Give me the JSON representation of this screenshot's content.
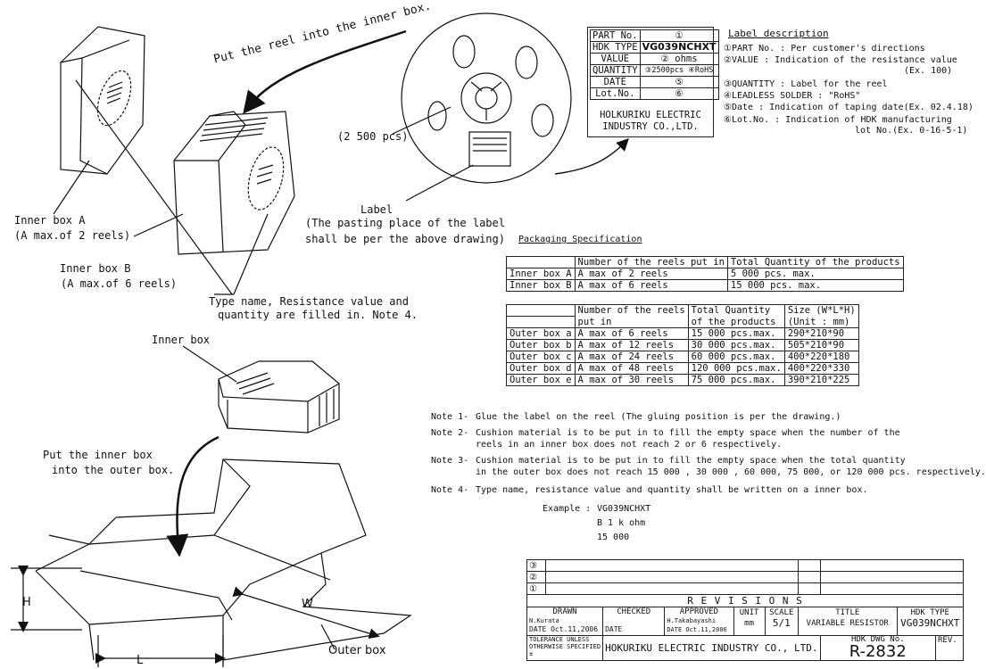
{
  "labels": {
    "put_reel": "Put the reel into the inner box.",
    "pcs": "(2 500 pcs)",
    "label_title": "Label",
    "label_line1": "(The pasting place of the label",
    "label_line2": "shall be per the above drawing)",
    "inner_a_1": "Inner box A",
    "inner_a_2": "(A max.of 2 reels)",
    "inner_b_1": "Inner box B",
    "inner_b_2": "(A max.of 6 reels)",
    "type_name_1": "Type name, Resistance value and",
    "type_name_2": "quantity are filled in.   Note 4.",
    "inner_box": "Inner box",
    "put_inner_1": "Put the inner box",
    "put_inner_2": "into the outer box.",
    "outer_box": "Outer box",
    "dim_h": "H",
    "dim_w": "W",
    "dim_l": "L"
  },
  "reel_label": {
    "rows": [
      [
        "PART No.",
        "①"
      ],
      [
        "HDK TYPE",
        "VG039NCHXT"
      ],
      [
        "VALUE",
        "②        ohms"
      ],
      [
        "QUANTITY",
        "③2500pcs ④RoHS"
      ],
      [
        "DATE",
        "⑤"
      ],
      [
        "Lot.No.",
        "⑥"
      ]
    ],
    "company_1": "HOLKURIKU ELECTRIC",
    "company_2": "INDUSTRY CO.,LTD."
  },
  "label_description": {
    "title": "Label description",
    "line1": "①PART No.  : Per customer's directions",
    "line2": "②VALUE : Indication of the resistance value",
    "line2b": "(Ex. 100)",
    "line3": "③QUANTITY : Label for the reel",
    "line4": "④LEADLESS  SOLDER  :  \"RoHS\"",
    "line5": "⑤Date : Indication of taping date(Ex. 02.4.18)",
    "line6": "⑥Lot.No. : Indication of HDK manufacturing",
    "line6b": "lot No.(Ex. 0-16-5-1)"
  },
  "packaging": {
    "title": "Packaging Specification",
    "inner_header": [
      "",
      "Number of the reels put in",
      "Total Quantity of the products"
    ],
    "inner_rows": [
      [
        "Inner box A",
        "A max of 2 reels",
        "5 000 pcs. max."
      ],
      [
        "Inner box B",
        "A max of 6 reels",
        "15 000 pcs. max."
      ]
    ],
    "outer_header1": [
      "",
      "Number of the reels",
      "Total Quantity",
      "Size (W*L*H)"
    ],
    "outer_header2": [
      "",
      "put in",
      "of the products",
      "(Unit : mm)"
    ],
    "outer_rows": [
      [
        "Outer box a",
        "A max of 6 reels",
        "15 000 pcs.max.",
        "290*210*90"
      ],
      [
        "Outer box b",
        "A max of 12 reels",
        "30 000 pcs.max.",
        "505*210*90"
      ],
      [
        "Outer box c",
        "A max of 24 reels",
        "60 000 pcs.max.",
        "400*220*180"
      ],
      [
        "Outer box d",
        "A max of 48 reels",
        "120 000 pcs.max.",
        "400*220*330"
      ],
      [
        "Outer box e",
        "A max of 30 reels",
        "75 000 pcs.max.",
        "390*210*225"
      ]
    ]
  },
  "notes": {
    "n1_tag": "Note 1-",
    "n1": "Glue the label on the reel (The gluing position is per the drawing.)",
    "n2_tag": "Note 2-",
    "n2a": "Cushion material is to be put in to fill the empty space when the number of the",
    "n2b": "reels in an inner box does not reach 2 or 6 respectively.",
    "n3_tag": "Note 3-",
    "n3a": "Cushion material is to be put in to fill the empty space when the total quantity",
    "n3b": "in the outer box does not reach 15 000 , 30 000 , 60 000, 75 000, or 120 000 pcs. respectively.",
    "n4_tag": "Note 4-",
    "n4": "Type name, resistance value and quantity shall be written on a inner box.",
    "example_tag": "Example :",
    "ex1": "VG039NCHXT",
    "ex2": "B 1 k ohm",
    "ex3": "15 000"
  },
  "title_block": {
    "rev3": "③",
    "rev2": "②",
    "rev1": "①",
    "revisions": "R E V I S I O N S",
    "drawn": "DRAWN",
    "drawn_name": "N.Kurata",
    "drawn_date": "DATE Oct.11,2006",
    "checked": "CHECKED",
    "checked_date": "DATE",
    "approved": "APPROVED",
    "approved_name": "H.Takabayashi",
    "approved_date": "DATE Oct.11,2006",
    "unit": "UNIT",
    "unit_val": "mm",
    "scale": "SCALE",
    "scale_val": "5/1",
    "title": "TITLE",
    "title_val": "VARIABLE RESISTOR",
    "hdk_type": "HDK  TYPE",
    "hdk_type_val": "VG039NCHXT",
    "tolerance1": "TOLERANCE UNLESS",
    "tolerance2": "OTHERWISE SPECIFIED",
    "tolerance3": "±",
    "company": "HOKURIKU ELECTRIC INDUSTRY CO., LTD.",
    "dwg_no": "HDK DWG No.",
    "dwg_val": "R-2832",
    "rev": "REV."
  }
}
